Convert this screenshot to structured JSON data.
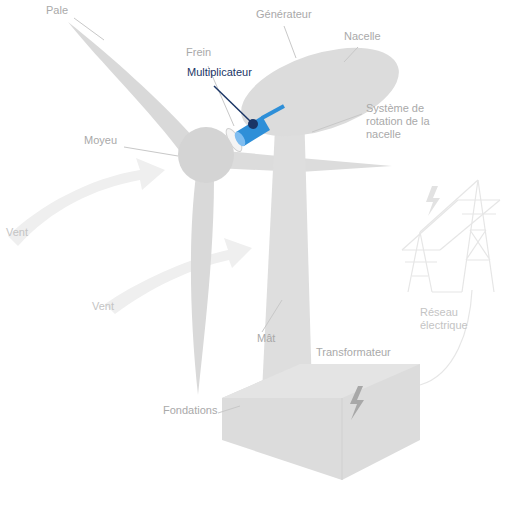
{
  "diagram": {
    "labels": [
      "Pale",
      "Frein",
      "Générateur",
      "Nacelle",
      "Multiplicateur",
      "Système de rotation de la nacelle",
      "Moyeu",
      "Vent",
      "Vent",
      "Mât",
      "Transformateur",
      "Fondations",
      "Réseau électrique"
    ]
  }
}
